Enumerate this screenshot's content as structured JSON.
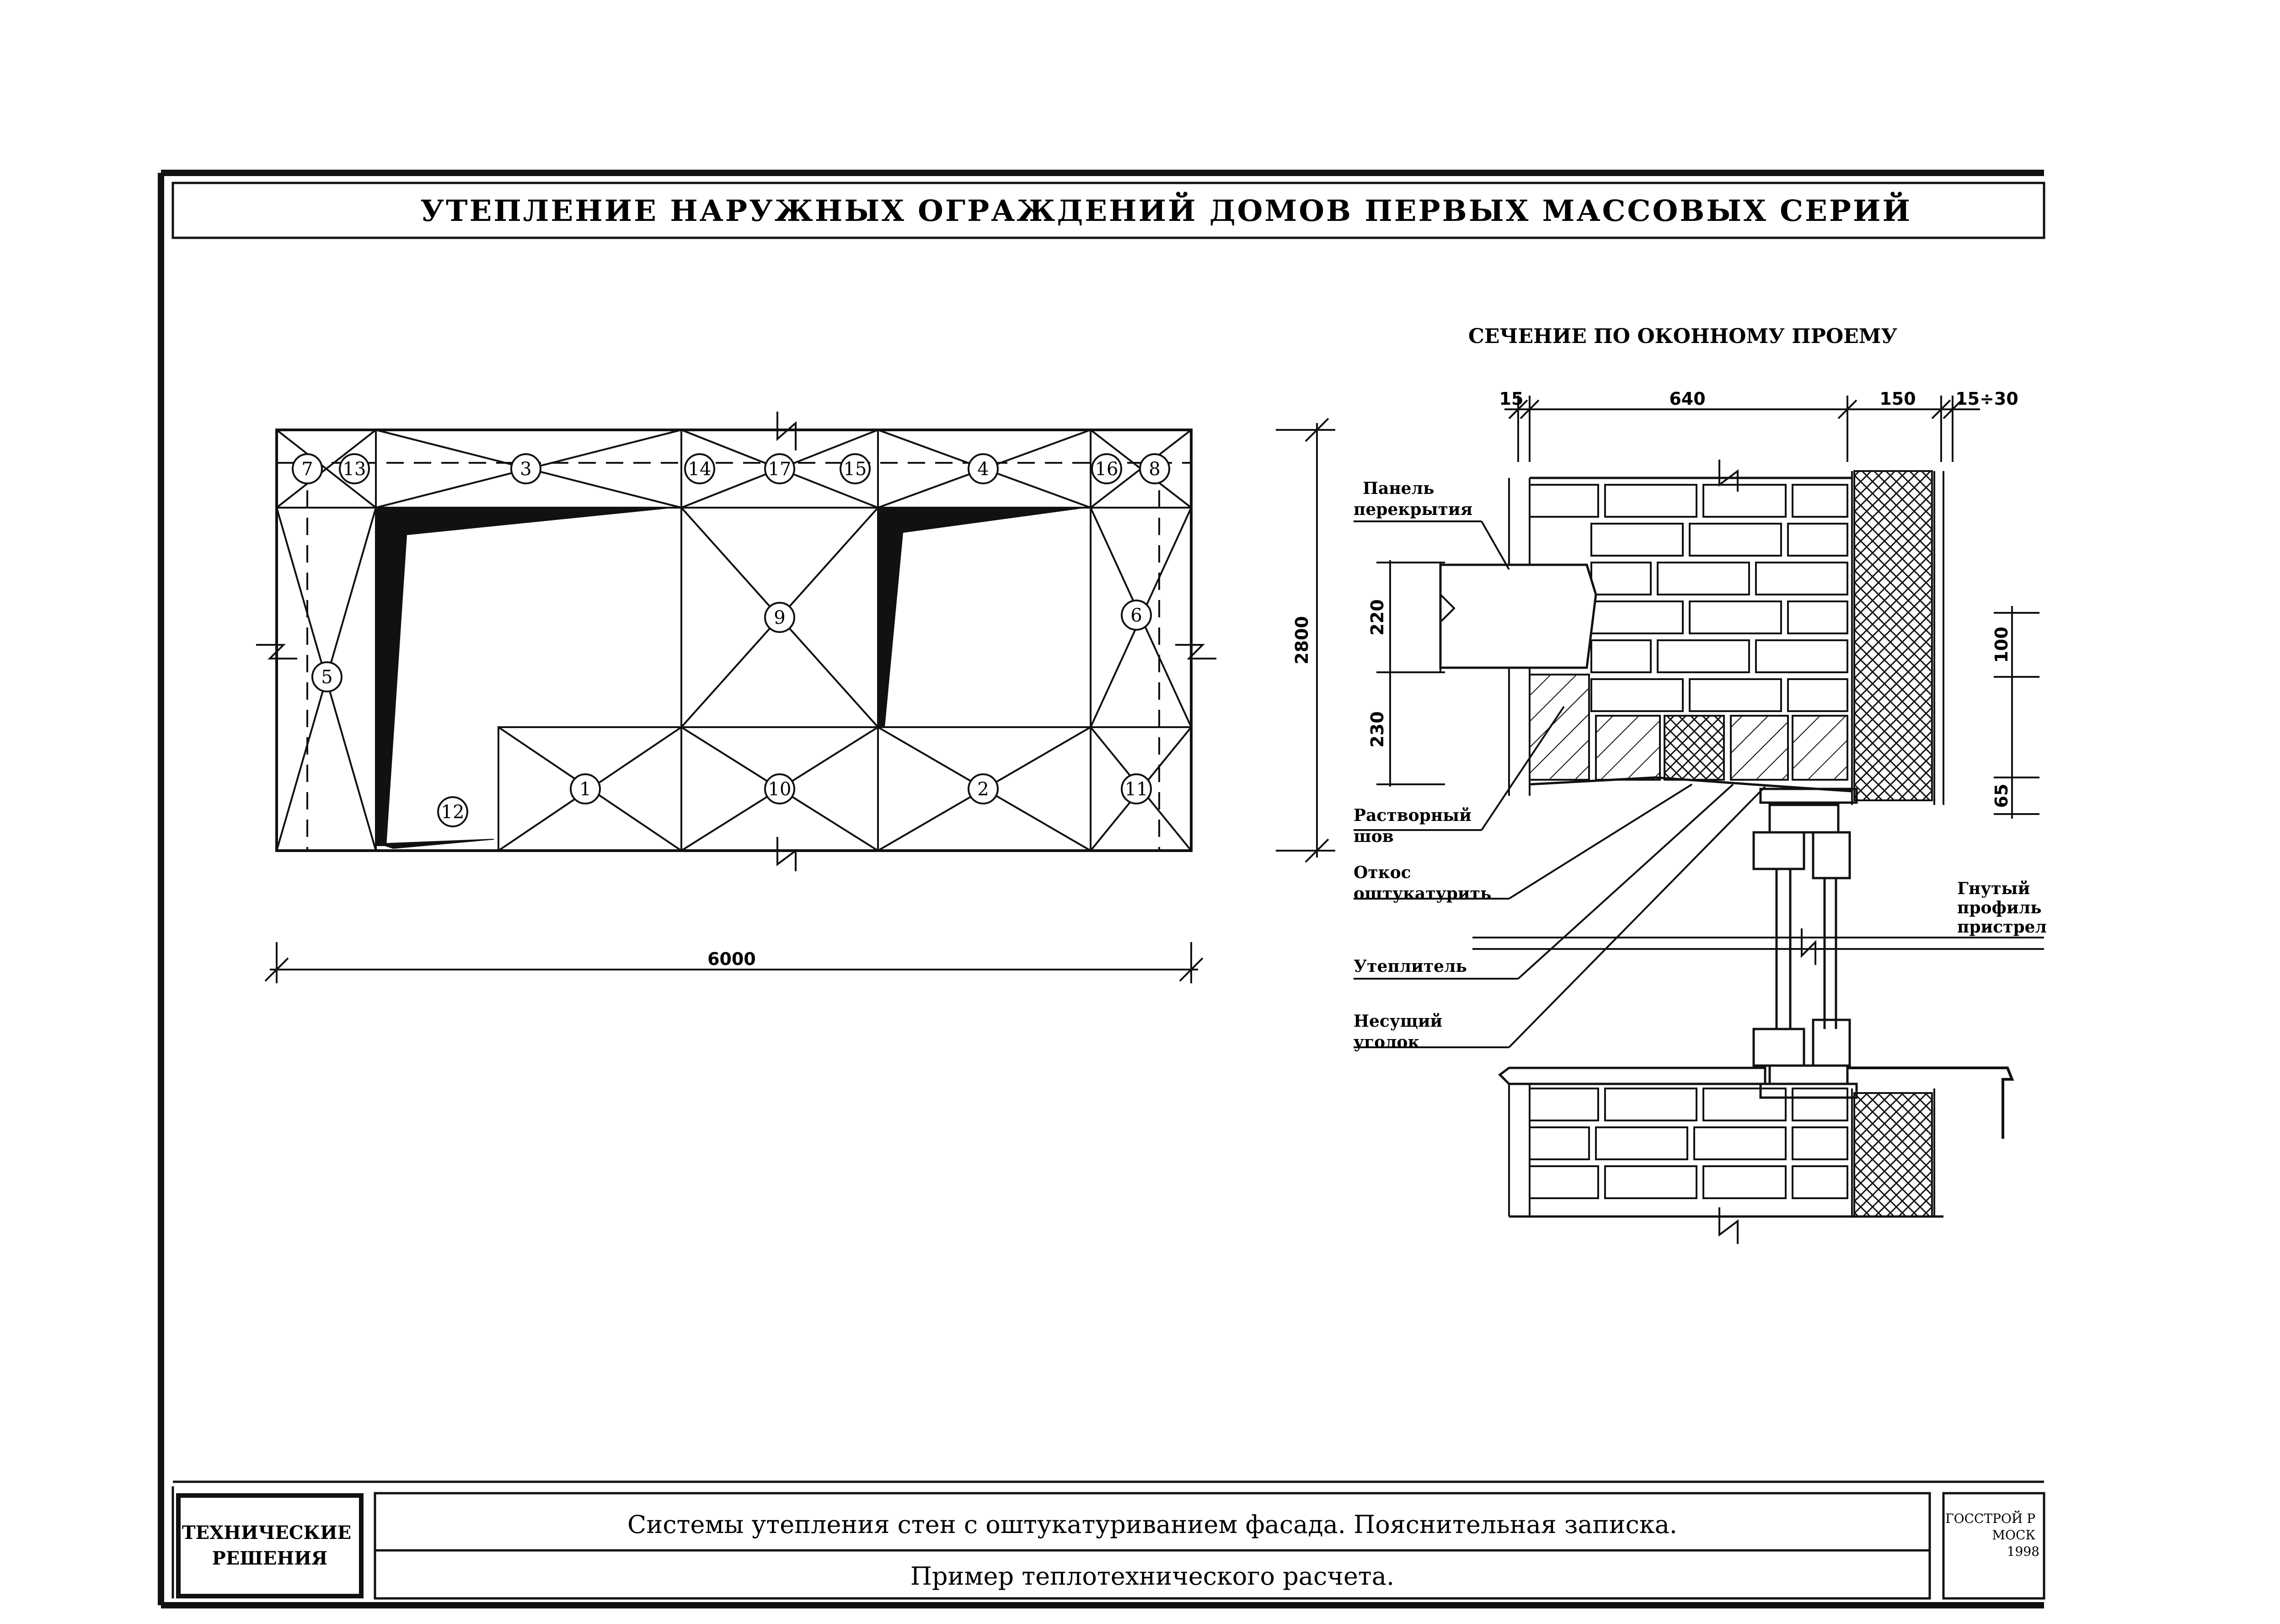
{
  "sheet": {
    "title": "УТЕПЛЕНИЕ НАРУЖНЫХ ОГРАЖДЕНИЙ ДОМОВ ПЕРВЫХ МАССОВЫХ СЕРИЙ"
  },
  "facade": {
    "nodes": [
      "7",
      "13",
      "3",
      "14",
      "17",
      "15",
      "4",
      "16",
      "8",
      "5",
      "9",
      "6",
      "1",
      "10",
      "2",
      "11",
      "12"
    ],
    "dim_width": "6000",
    "dim_height": "2800"
  },
  "section": {
    "title": "СЕЧЕНИЕ ПО ОКОННОМУ ПРОЕМУ",
    "dims_top": [
      "15",
      "640",
      "150",
      "15÷30"
    ],
    "dims_left": [
      "220",
      "230"
    ],
    "dims_right": [
      "100",
      "65"
    ],
    "labels": {
      "panel": [
        "Панель",
        "перекрытия"
      ],
      "mortar": [
        "Растворный",
        "шов"
      ],
      "reveal": [
        "Откос",
        "оштукатурить"
      ],
      "insulation": [
        "Утеплитель"
      ],
      "angle": [
        "Несущий",
        "уголок"
      ],
      "profile": [
        "Гнутый",
        "профиль",
        "пристрел"
      ]
    }
  },
  "footer": {
    "stamp": [
      "ТЕХНИЧЕСКИЕ",
      "РЕШЕНИЯ"
    ],
    "line1": "Системы утепления стен с оштукатуриванием фасада. Пояснительная записка.",
    "line2": "Пример теплотехнического расчета.",
    "org": [
      "ГОССТРОЙ Р",
      "МОСК",
      "1998"
    ]
  }
}
